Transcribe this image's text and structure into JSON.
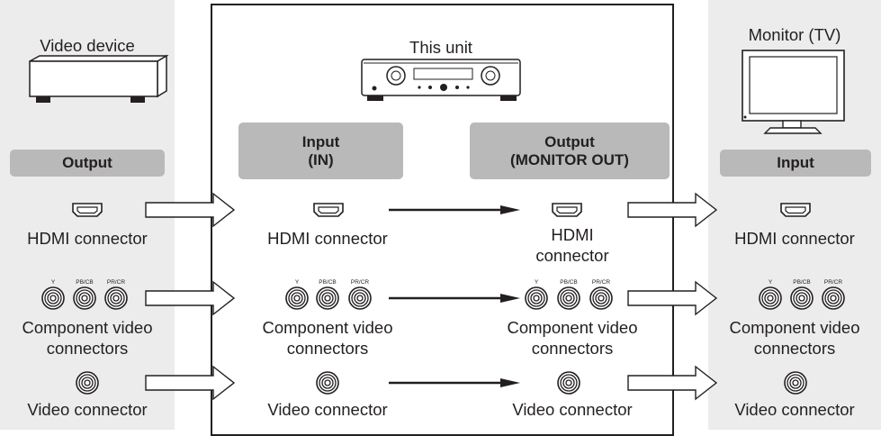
{
  "video_device": {
    "title": "Video device",
    "output_label": "Output",
    "hdmi": "HDMI connector",
    "component_line1": "Component video",
    "component_line2": "connectors",
    "video": "Video connector"
  },
  "this_unit": {
    "title": "This unit",
    "input_line1": "Input",
    "input_line2": "(IN)",
    "output_line1": "Output",
    "output_line2": "(MONITOR OUT)",
    "in_hdmi": "HDMI connector",
    "in_component_line1": "Component video",
    "in_component_line2": "connectors",
    "in_video": "Video connector",
    "out_hdmi_line1": "HDMI",
    "out_hdmi_line2": "connector",
    "out_component_line1": "Component video",
    "out_component_line2": "connectors",
    "out_video": "Video connector"
  },
  "monitor": {
    "title": "Monitor (TV)",
    "input_label": "Input",
    "hdmi": "HDMI connector",
    "component_line1": "Component video",
    "component_line2": "connectors",
    "video": "Video connector"
  },
  "component_jacks": [
    "Y",
    "PB/CB",
    "PR/CR"
  ],
  "colors": {
    "panel": "#ececec",
    "badge": "#b9b9b9",
    "ink": "#231f20"
  }
}
